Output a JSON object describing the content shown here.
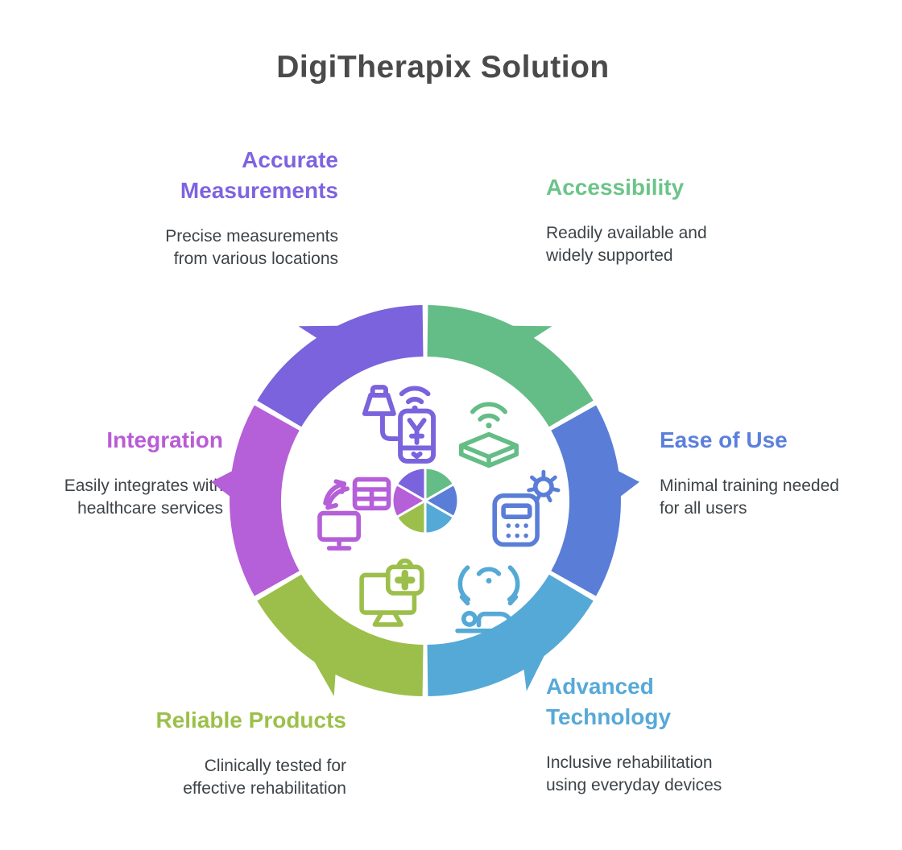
{
  "title": "DigiTherapix Solution",
  "colors": {
    "background": "#ffffff",
    "title_text": "#4a4a4a",
    "body_text": "#3d4347"
  },
  "sections": [
    {
      "id": "accurate-measurements",
      "heading_lines": [
        "Accurate",
        "Measurements"
      ],
      "description_lines": [
        "Precise measurements",
        "from various locations"
      ],
      "color": "#7d64e0"
    },
    {
      "id": "accessibility",
      "heading_lines": [
        "Accessibility",
        ""
      ],
      "description_lines": [
        "Readily available and",
        "widely supported"
      ],
      "color": "#6bc489"
    },
    {
      "id": "ease-of-use",
      "heading_lines": [
        "Ease of Use",
        ""
      ],
      "description_lines": [
        "Minimal training needed",
        "for all users"
      ],
      "color": "#5b80dc"
    },
    {
      "id": "advanced-technology",
      "heading_lines": [
        "Advanced",
        "Technology"
      ],
      "description_lines": [
        "Inclusive rehabilitation",
        "using everyday devices"
      ],
      "color": "#57a9d8"
    },
    {
      "id": "reliable-products",
      "heading_lines": [
        "Reliable Products",
        ""
      ],
      "description_lines": [
        "Clinically tested for",
        "effective rehabilitation"
      ],
      "color": "#9cc04b"
    },
    {
      "id": "integration",
      "heading_lines": [
        "Integration",
        ""
      ],
      "description_lines": [
        "Easily integrates with",
        "healthcare services"
      ],
      "color": "#ba5bd6"
    }
  ],
  "wheel": {
    "description": "Six-segment circular cycle ring with pointer arrows toward each label and a matching six-slice mini pie chart in the center",
    "segments": [
      {
        "name": "accessibility",
        "color": "#64bd86",
        "start": 0,
        "end": 60,
        "pointer": {
          "type": "arrow",
          "angle": 27,
          "tilt": 9
        }
      },
      {
        "name": "ease-of-use",
        "color": "#5a7ed7",
        "start": 60,
        "end": 120,
        "pointer": {
          "type": "tip",
          "angle": 85,
          "tilt": 0
        }
      },
      {
        "name": "advanced-technology",
        "color": "#55a9d6",
        "start": 120,
        "end": 180,
        "pointer": {
          "type": "arrow",
          "angle": 143,
          "tilt": 9
        }
      },
      {
        "name": "reliable-products",
        "color": "#9cbf4b",
        "start": 180,
        "end": 240,
        "pointer": {
          "type": "arrow",
          "angle": 214,
          "tilt": -9
        }
      },
      {
        "name": "integration",
        "color": "#b55fd8",
        "start": 240,
        "end": 300,
        "pointer": {
          "type": "tip",
          "angle": 275,
          "tilt": 0
        }
      },
      {
        "name": "accurate-measurements",
        "color": "#7a63dc",
        "start": 300,
        "end": 360,
        "pointer": {
          "type": "arrow",
          "angle": 333,
          "tilt": -9
        }
      }
    ],
    "center_pie": {
      "radius": 41,
      "gap_color": "#ffffff"
    },
    "icons": [
      {
        "name": "measurement-device-phone-icon",
        "segment": "accurate-measurements",
        "color": "#7a63dc"
      },
      {
        "name": "wireless-hub-icon",
        "segment": "accessibility",
        "color": "#64bd86"
      },
      {
        "name": "calculator-gear-icon",
        "segment": "ease-of-use",
        "color": "#5a7ed7"
      },
      {
        "name": "patient-monitoring-icon",
        "segment": "advanced-technology",
        "color": "#55a9d6"
      },
      {
        "name": "medical-monitor-icon",
        "segment": "reliable-products",
        "color": "#9cbf4b"
      },
      {
        "name": "data-sync-icon",
        "segment": "integration",
        "color": "#b55fd8"
      }
    ]
  }
}
